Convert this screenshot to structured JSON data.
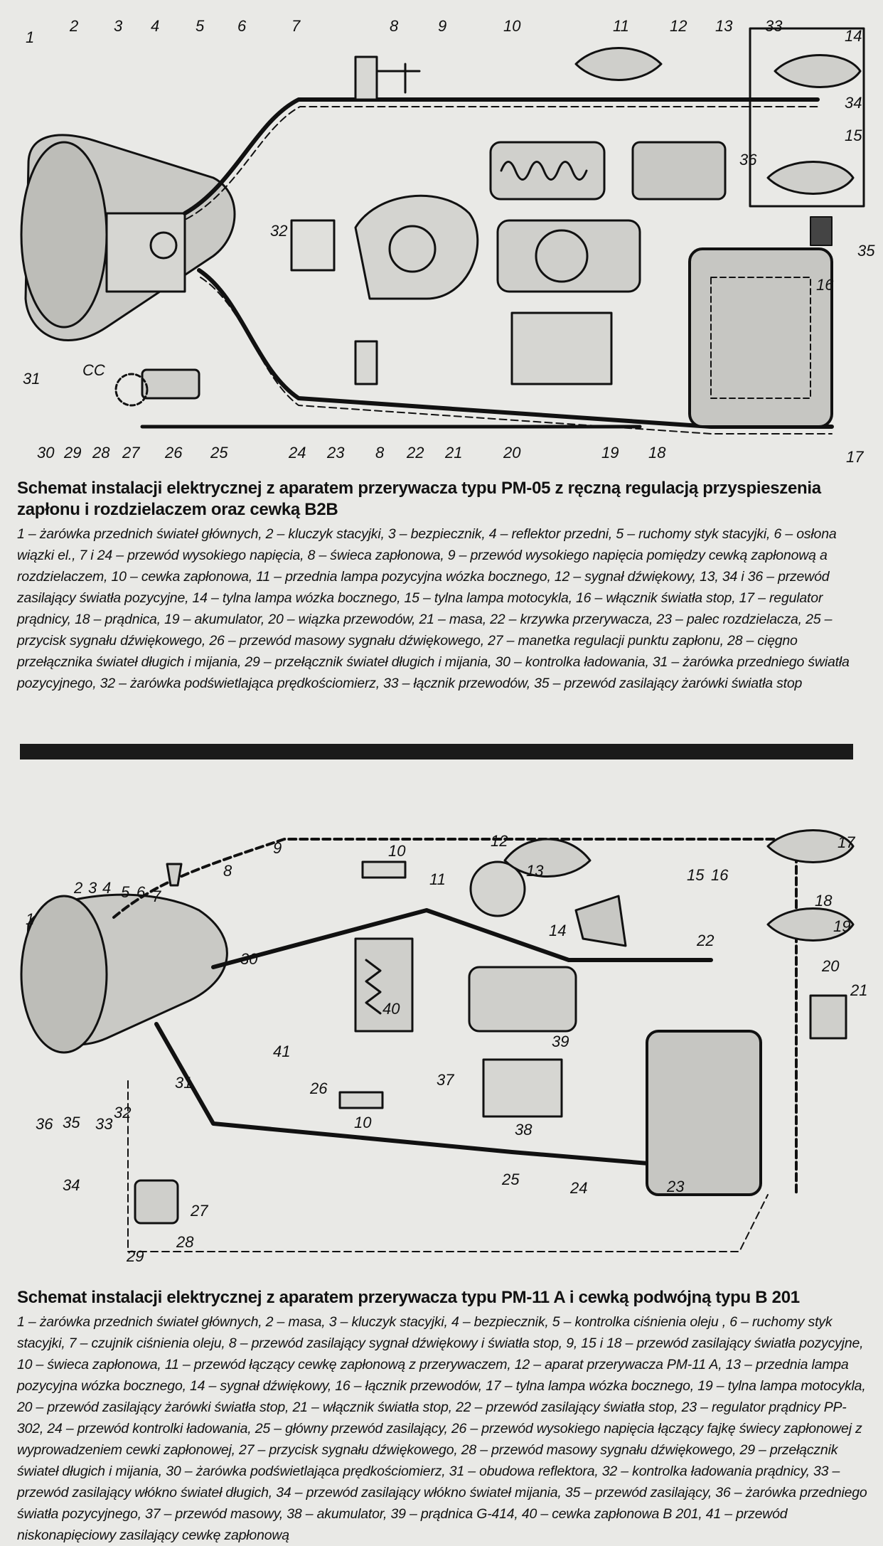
{
  "diagram1": {
    "labels": [
      {
        "id": "1",
        "text": "1"
      },
      {
        "id": "2",
        "text": "2"
      },
      {
        "id": "3",
        "text": "3"
      },
      {
        "id": "4",
        "text": "4"
      },
      {
        "id": "5",
        "text": "5"
      },
      {
        "id": "6",
        "text": "6"
      },
      {
        "id": "7",
        "text": "7"
      },
      {
        "id": "8a",
        "text": "8"
      },
      {
        "id": "9",
        "text": "9"
      },
      {
        "id": "10",
        "text": "10"
      },
      {
        "id": "11",
        "text": "11"
      },
      {
        "id": "12",
        "text": "12"
      },
      {
        "id": "13",
        "text": "13"
      },
      {
        "id": "33",
        "text": "33"
      },
      {
        "id": "14",
        "text": "14"
      },
      {
        "id": "34",
        "text": "34"
      },
      {
        "id": "15",
        "text": "15"
      },
      {
        "id": "36",
        "text": "36"
      },
      {
        "id": "16",
        "text": "16"
      },
      {
        "id": "35",
        "text": "35"
      },
      {
        "id": "17",
        "text": "17"
      },
      {
        "id": "18",
        "text": "18"
      },
      {
        "id": "19",
        "text": "19"
      },
      {
        "id": "20",
        "text": "20"
      },
      {
        "id": "21",
        "text": "21"
      },
      {
        "id": "22",
        "text": "22"
      },
      {
        "id": "8b",
        "text": "8"
      },
      {
        "id": "23",
        "text": "23"
      },
      {
        "id": "24",
        "text": "24"
      },
      {
        "id": "25",
        "text": "25"
      },
      {
        "id": "26",
        "text": "26"
      },
      {
        "id": "27",
        "text": "27"
      },
      {
        "id": "28",
        "text": "28"
      },
      {
        "id": "29",
        "text": "29"
      },
      {
        "id": "30",
        "text": "30"
      },
      {
        "id": "31",
        "text": "31"
      },
      {
        "id": "32",
        "text": "32"
      },
      {
        "id": "cc",
        "text": "CC"
      }
    ]
  },
  "caption1": {
    "title": "Schemat instalacji elektrycznej z aparatem przerywacza typu PM-05 z ręczną regulacją przyspieszenia zapłonu i rozdzielaczem oraz cewką B2B",
    "legend": "1 – żarówka przednich świateł głównych, 2 – kluczyk stacyjki, 3 – bezpiecznik, 4 – reflektor przedni, 5 – ruchomy styk stacyjki, 6 – osłona wiązki el., 7 i 24 – przewód wysokiego napięcia, 8 – świeca zapłonowa, 9 – przewód wysokiego napięcia pomiędzy cewką zapłonową a rozdzielaczem, 10 – cewka zapłonowa, 11 – przednia lampa pozycyjna wózka bocznego, 12 – sygnał dźwiękowy, 13, 34 i 36 – przewód zasilający światła pozycyjne, 14 – tylna lampa wózka bocznego, 15 – tylna lampa motocykla, 16 – włącznik światła stop, 17 – regulator prądnicy, 18 – prądnica, 19 – akumulator, 20 – wiązka przewodów, 21 – masa, 22 – krzywka przerywacza, 23 – palec rozdzielacza, 25 – przycisk sygnału dźwiękowego, 26 – przewód masowy sygnału dźwiękowego, 27 – manetka regulacji punktu zapłonu, 28 – cięgno przełącznika świateł długich i mijania, 29 – przełącznik świateł długich i mijania, 30 – kontrolka ładowania, 31 – żarówka przedniego światła pozycyjnego, 32 – żarówka podświetlająca prędkościomierz, 33 – łącznik przewodów, 35 – przewód zasilający żarówki światła stop"
  },
  "diagram2": {
    "labels": [
      {
        "id": "1",
        "text": "1"
      },
      {
        "id": "2",
        "text": "2"
      },
      {
        "id": "3",
        "text": "3"
      },
      {
        "id": "4",
        "text": "4"
      },
      {
        "id": "5",
        "text": "5"
      },
      {
        "id": "6",
        "text": "6"
      },
      {
        "id": "7",
        "text": "7"
      },
      {
        "id": "8",
        "text": "8"
      },
      {
        "id": "9",
        "text": "9"
      },
      {
        "id": "10a",
        "text": "10"
      },
      {
        "id": "11",
        "text": "11"
      },
      {
        "id": "12",
        "text": "12"
      },
      {
        "id": "13",
        "text": "13"
      },
      {
        "id": "14",
        "text": "14"
      },
      {
        "id": "15",
        "text": "15"
      },
      {
        "id": "16",
        "text": "16"
      },
      {
        "id": "17",
        "text": "17"
      },
      {
        "id": "18",
        "text": "18"
      },
      {
        "id": "19",
        "text": "19"
      },
      {
        "id": "20",
        "text": "20"
      },
      {
        "id": "21",
        "text": "21"
      },
      {
        "id": "22",
        "text": "22"
      },
      {
        "id": "23",
        "text": "23"
      },
      {
        "id": "24",
        "text": "24"
      },
      {
        "id": "25",
        "text": "25"
      },
      {
        "id": "26",
        "text": "26"
      },
      {
        "id": "27",
        "text": "27"
      },
      {
        "id": "28",
        "text": "28"
      },
      {
        "id": "29",
        "text": "29"
      },
      {
        "id": "30",
        "text": "30"
      },
      {
        "id": "31",
        "text": "31"
      },
      {
        "id": "32",
        "text": "32"
      },
      {
        "id": "33",
        "text": "33"
      },
      {
        "id": "34",
        "text": "34"
      },
      {
        "id": "35",
        "text": "35"
      },
      {
        "id": "36",
        "text": "36"
      },
      {
        "id": "37",
        "text": "37"
      },
      {
        "id": "38",
        "text": "38"
      },
      {
        "id": "39",
        "text": "39"
      },
      {
        "id": "40",
        "text": "40"
      },
      {
        "id": "41",
        "text": "41"
      },
      {
        "id": "10b",
        "text": "10"
      }
    ]
  },
  "caption2": {
    "title": "Schemat instalacji elektrycznej z aparatem przerywacza typu PM-11 A i cewką podwójną typu B 201",
    "legend": "1 – żarówka przednich świateł głównych, 2 – masa, 3 – kluczyk stacyjki, 4 – bezpiecznik, 5 – kontrolka ciśnienia oleju , 6 – ruchomy styk stacyjki, 7 – czujnik ciśnienia oleju, 8 – przewód zasilający sygnał dźwiękowy i światła stop, 9, 15 i 18 – przewód zasilający światła pozycyjne, 10 – świeca zapłonowa, 11 – przewód łączący cewkę zapłonową z przerywaczem, 12 – aparat przerywacza PM-11 A, 13 – przednia lampa pozycyjna wózka bocznego, 14 – sygnał dźwiękowy, 16 – łącznik przewodów, 17 – tylna lampa wózka bocznego, 19 – tylna lampa motocykla, 20 – przewód zasilający żarówki światła stop, 21 – włącznik światła stop, 22 – przewód zasilający światła stop, 23 – regulator prądnicy PP-302, 24 – przewód kontrolki ładowania, 25 – główny przewód zasilający, 26 – przewód wysokiego napięcia łączący fajkę świecy zapłonowej z wyprowadzeniem cewki zapłonowej, 27 – przycisk sygnału dźwiękowego, 28 – przewód masowy sygnału dźwiękowego, 29 – przełącznik świateł długich i mijania, 30 – żarówka podświetlająca prędkościomierz, 31 – obudowa reflektora, 32 – kontrolka ładowania prądnicy, 33 – przewód zasilający włókno świateł długich, 34 – przewód zasilający włókno świateł mijania, 35 – przewód zasilający, 36 – żarówka przedniego światła pozycyjnego, 37 – przewód masowy, 38 – akumulator, 39 – prądnica G-414, 40 – cewka zapłonowa B 201, 41 – przewód niskonapięciowy zasilający cewkę zapłonową"
  }
}
